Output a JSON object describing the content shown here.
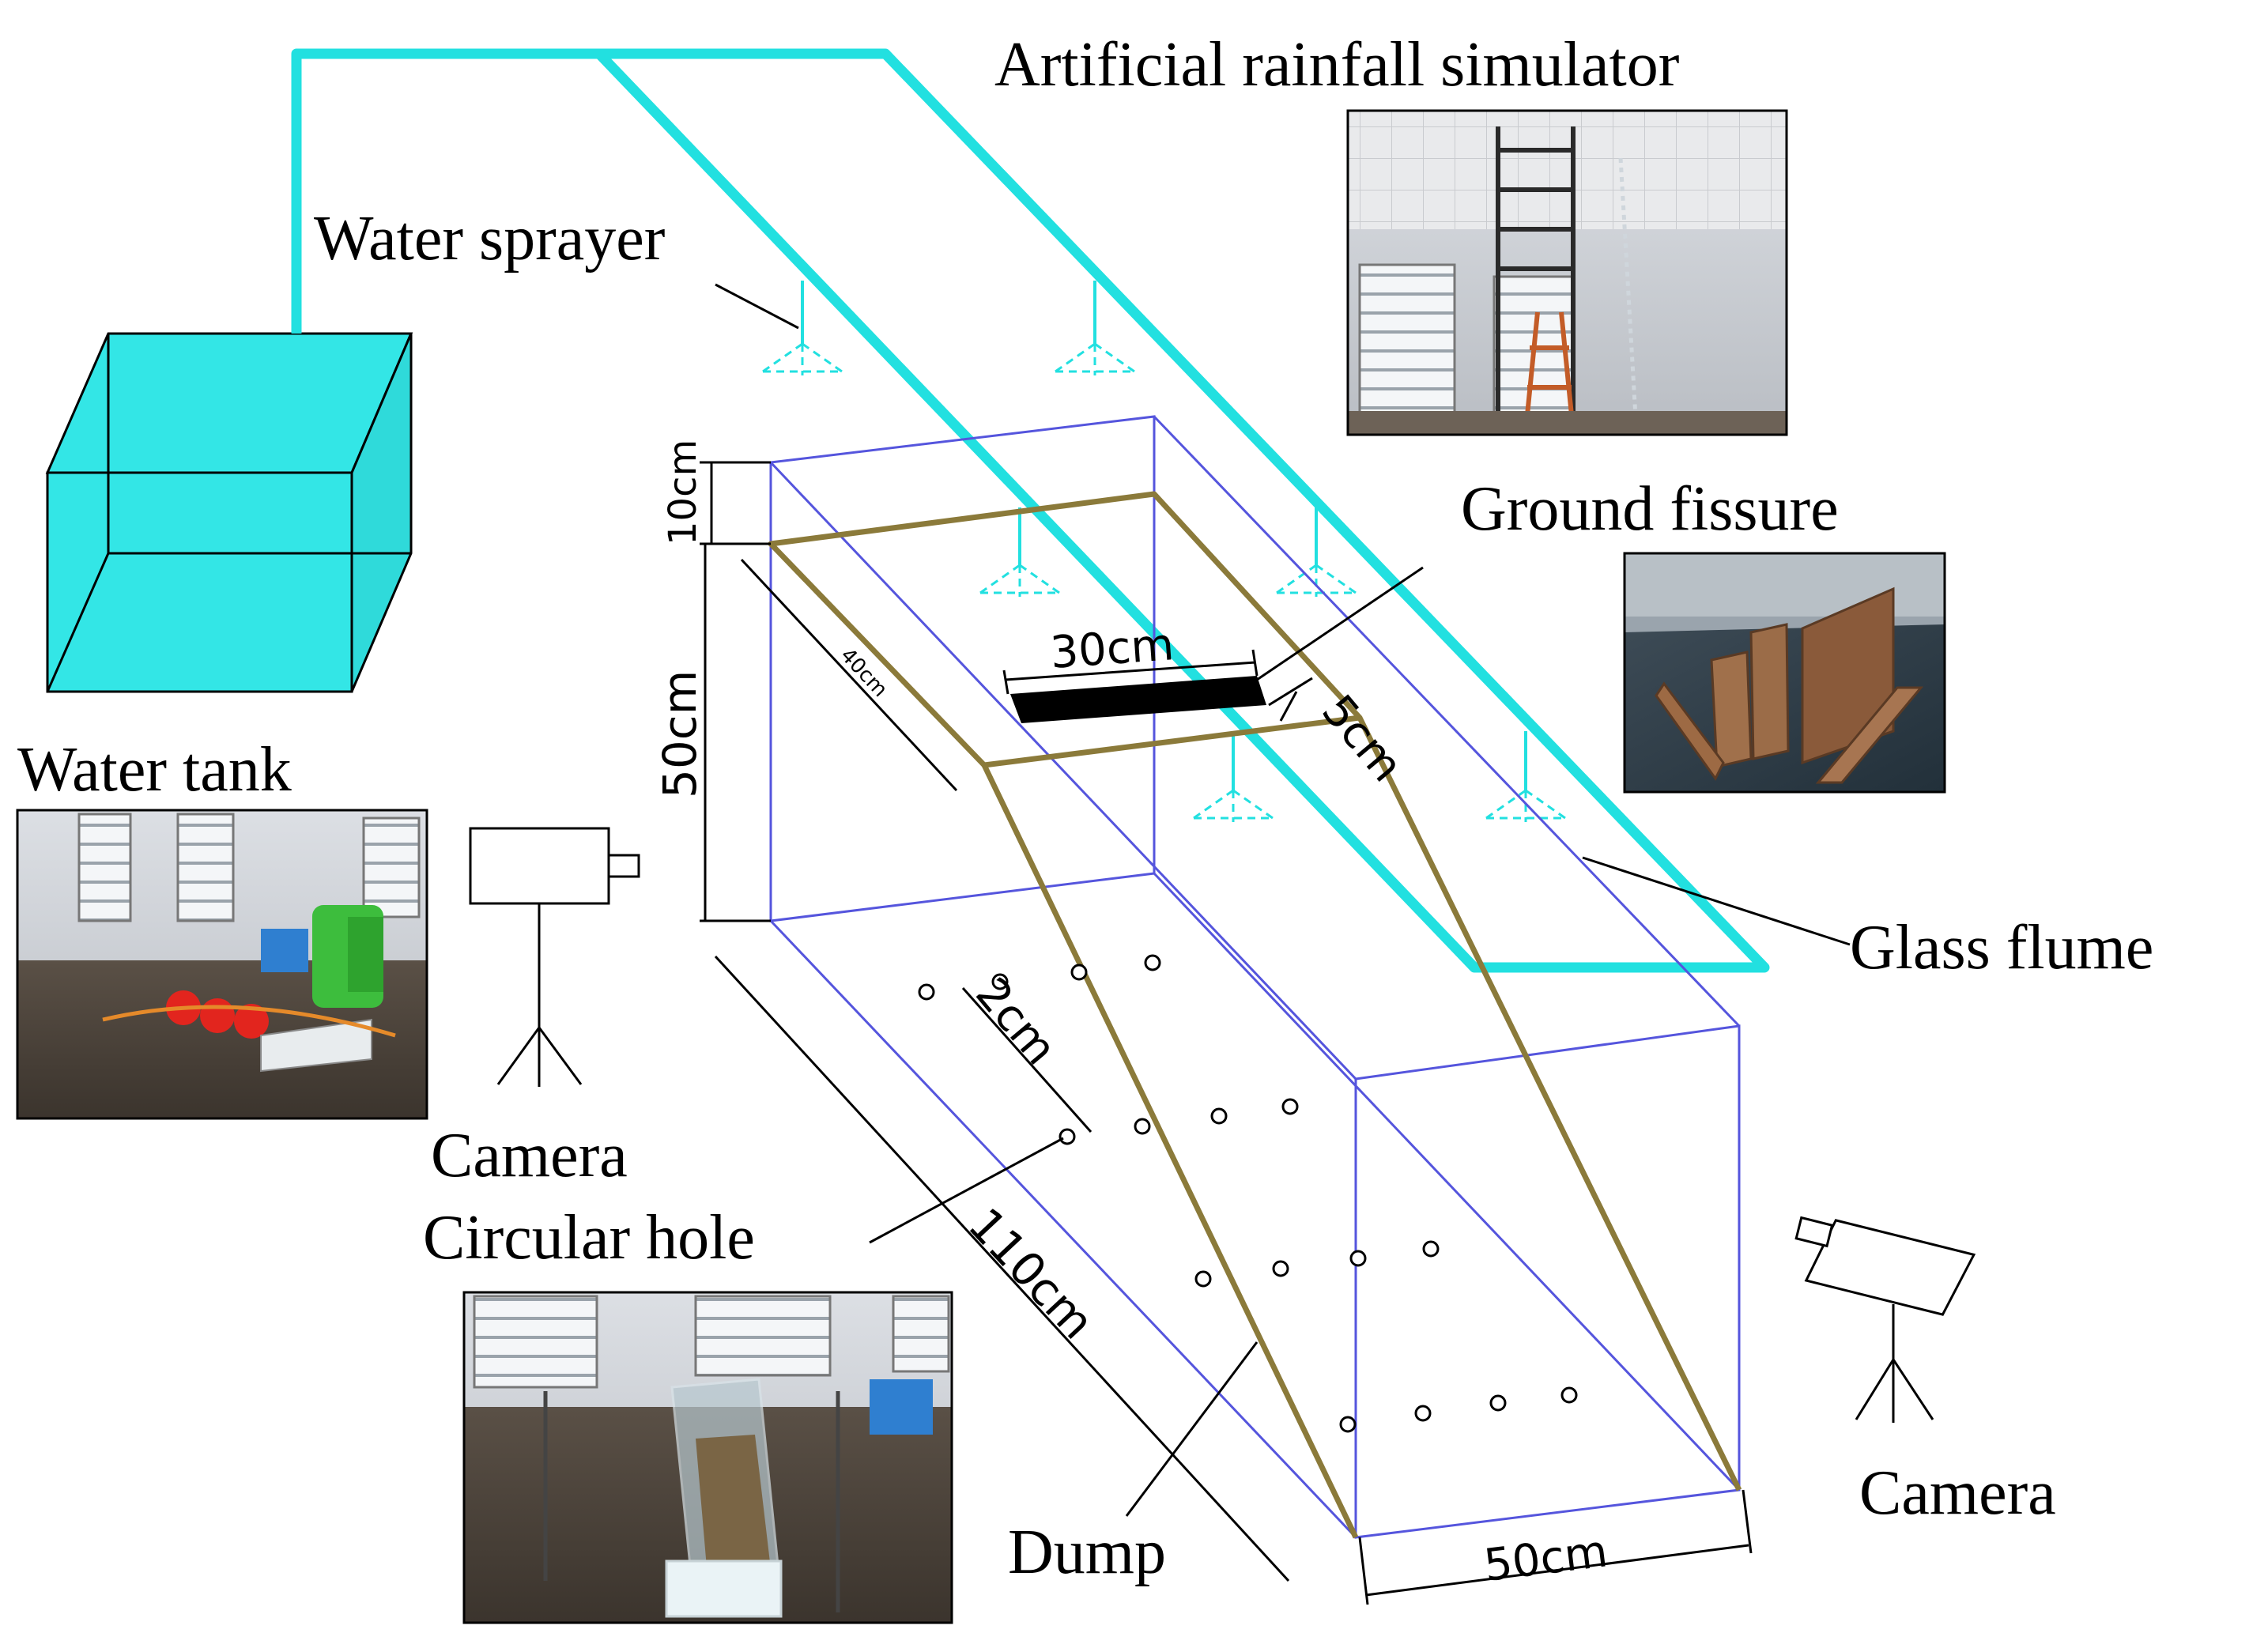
{
  "labels": {
    "rainfall_simulator": "Artificial rainfall simulator",
    "water_sprayer": "Water sprayer",
    "ground_fissure": "Ground fissure",
    "water_tank": "Water tank",
    "glass_flume": "Glass flume",
    "camera_left": "Camera",
    "circular_hole": "Circular hole",
    "camera_right": "Camera",
    "dump": "Dump"
  },
  "dimensions": {
    "top_gap": "10cm",
    "height": "50cm",
    "slope_top": "40cm",
    "fissure_length": "30cm",
    "fissure_width": "5cm",
    "hole_spacing": "2cm",
    "length": "110cm",
    "width": "50cm"
  },
  "colors": {
    "pipe": "#22e0e0",
    "tank_fill": "#33e6e6",
    "flume": "#5555dd",
    "soil": "#8b7a3a",
    "fissure": "#000000"
  },
  "photos": [
    {
      "name": "rainfall-simulator-photo"
    },
    {
      "name": "ground-fissure-photo"
    },
    {
      "name": "water-tank-photo"
    },
    {
      "name": "glass-flume-photo"
    }
  ]
}
